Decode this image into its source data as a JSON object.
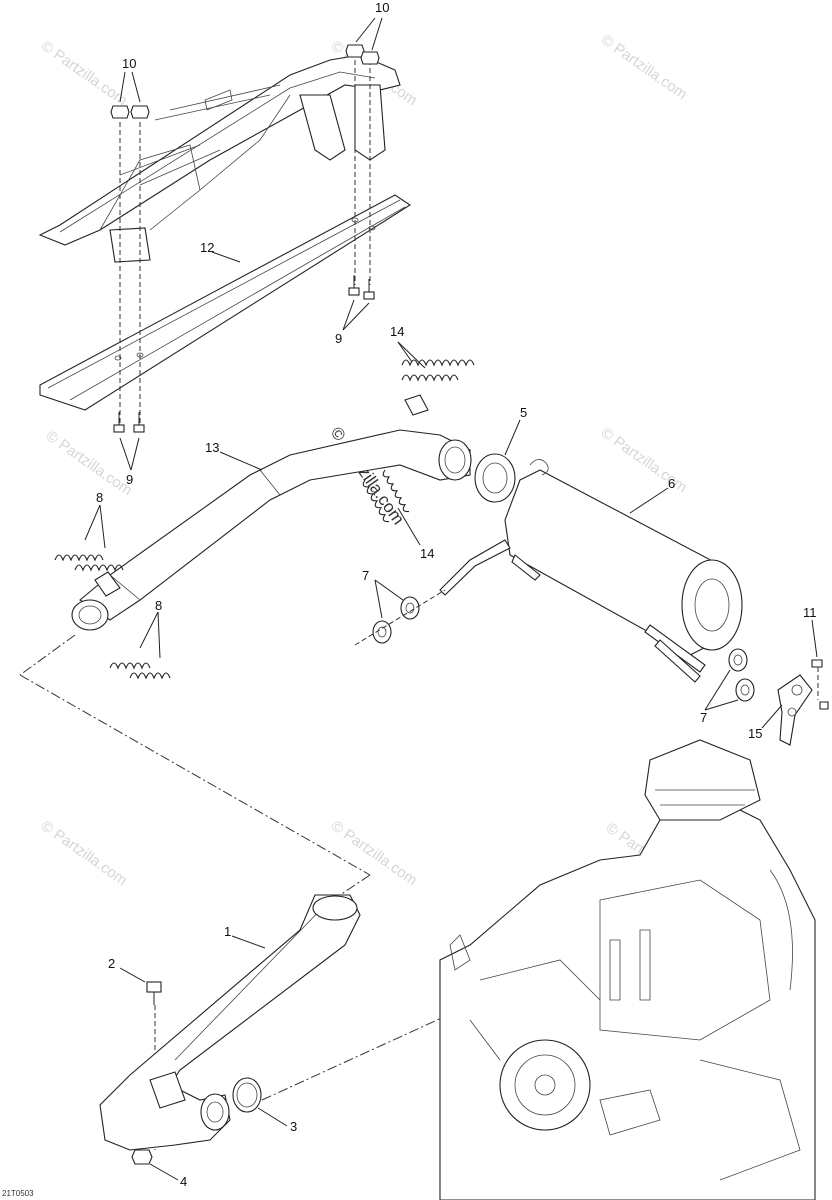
{
  "callouts": {
    "c10a": "10",
    "c10b": "10",
    "c12": "12",
    "c9a": "9",
    "c14a": "14",
    "c9b": "9",
    "c13": "13",
    "c5": "5",
    "c6": "6",
    "c8a": "8",
    "c14b": "14",
    "c7a": "7",
    "c8b": "8",
    "c11": "11",
    "c7b": "7",
    "c15": "15",
    "c1": "1",
    "c2": "2",
    "c3": "3",
    "c4": "4"
  },
  "watermarks": {
    "small": "© Partzilla.com",
    "center": "© Partzilla.com"
  },
  "drawing_code": "21T0503"
}
